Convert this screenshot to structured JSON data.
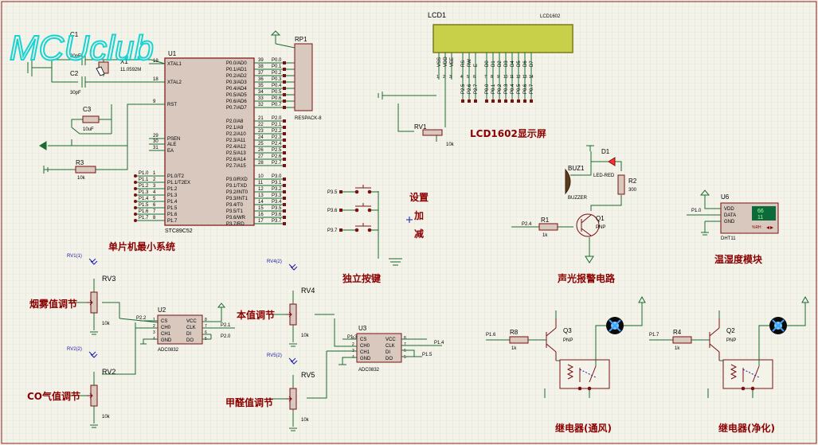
{
  "watermark": "MCUclub",
  "colors": {
    "bg": "#f4f3ea",
    "wire": "#1a6b2e",
    "body": "#d9c8be",
    "outline": "#7a1010",
    "text_red": "#8b0000",
    "lcd": "#c8d04a",
    "blue": "#1a1aa8"
  },
  "mcu": {
    "ref": "U1",
    "part": "STC89C52",
    "caption": "单片机最小系统",
    "left_pins": [
      {
        "num": "19",
        "name": "XTAL1"
      },
      {
        "num": "18",
        "name": "XTAL2"
      },
      {
        "num": "9",
        "name": "RST"
      },
      {
        "num": "29",
        "name": "PSEN"
      },
      {
        "num": "30",
        "name": "ALE"
      },
      {
        "num": "31",
        "name": "EA"
      },
      {
        "num": "1",
        "name": "P1.0/T2"
      },
      {
        "num": "2",
        "name": "P1.1/T2EX"
      },
      {
        "num": "3",
        "name": "P1.2"
      },
      {
        "num": "4",
        "name": "P1.3"
      },
      {
        "num": "5",
        "name": "P1.4"
      },
      {
        "num": "6",
        "name": "P1.5"
      },
      {
        "num": "7",
        "name": "P1.6"
      },
      {
        "num": "8",
        "name": "P1.7"
      }
    ],
    "left_nets": [
      "P1.0",
      "P1.1",
      "P1.2",
      "P1.3",
      "P1.4",
      "P1.5",
      "P1.6",
      "P1.7"
    ],
    "right_pins": [
      {
        "num": "39",
        "name": "P0.0/AD0",
        "net": "P0.0"
      },
      {
        "num": "38",
        "name": "P0.1/AD1",
        "net": "P0.1"
      },
      {
        "num": "37",
        "name": "P0.2/AD2",
        "net": "P0.2"
      },
      {
        "num": "36",
        "name": "P0.3/AD3",
        "net": "P0.3"
      },
      {
        "num": "35",
        "name": "P0.4/AD4",
        "net": "P0.4"
      },
      {
        "num": "34",
        "name": "P0.5/AD5",
        "net": "P0.5"
      },
      {
        "num": "33",
        "name": "P0.6/AD6",
        "net": "P0.6"
      },
      {
        "num": "32",
        "name": "P0.7/AD7",
        "net": "P0.7"
      },
      {
        "num": "21",
        "name": "P2.0/A8",
        "net": "P2.0"
      },
      {
        "num": "22",
        "name": "P2.1/A9",
        "net": "P2.1"
      },
      {
        "num": "23",
        "name": "P2.2/A10",
        "net": "P2.2"
      },
      {
        "num": "24",
        "name": "P2.3/A11",
        "net": "P2.3"
      },
      {
        "num": "25",
        "name": "P2.4/A12",
        "net": "P2.4"
      },
      {
        "num": "26",
        "name": "P2.5/A13",
        "net": "P2.5"
      },
      {
        "num": "27",
        "name": "P2.6/A14",
        "net": "P2.6"
      },
      {
        "num": "28",
        "name": "P2.7/A15",
        "net": "P2.7"
      },
      {
        "num": "10",
        "name": "P3.0/RXD",
        "net": "P3.0"
      },
      {
        "num": "11",
        "name": "P3.1/TXD",
        "net": "P3.1"
      },
      {
        "num": "12",
        "name": "P3.2/INT0",
        "net": "P3.2"
      },
      {
        "num": "13",
        "name": "P3.3/INT1",
        "net": "P3.3"
      },
      {
        "num": "14",
        "name": "P3.4/T0",
        "net": "P3.4"
      },
      {
        "num": "15",
        "name": "P3.5/T1",
        "net": "P3.5"
      },
      {
        "num": "16",
        "name": "P3.6/WR",
        "net": "P3.6"
      },
      {
        "num": "17",
        "name": "P3.7/RD",
        "net": "P3.7"
      }
    ]
  },
  "osc": {
    "c1": "C1",
    "c1_val": "30pF",
    "c2": "C2",
    "c2_val": "30pF",
    "x1": "X1",
    "x1_val": "11.0592M",
    "c3": "C3",
    "c3_val": "10uF",
    "r3": "R3",
    "r3_val": "10k"
  },
  "rp1": {
    "ref": "RP1",
    "part": "RESPACK-8"
  },
  "lcd": {
    "ref": "LCD1",
    "part": "LCD1602",
    "caption": "LCD1602显示屏",
    "pin_names": [
      "VSS",
      "VDD",
      "VEE",
      "RS",
      "RW",
      "E",
      "D0",
      "D1",
      "D2",
      "D3",
      "D4",
      "D5",
      "D6",
      "D7"
    ],
    "pin_nums": [
      "1",
      "2",
      "3",
      "4",
      "5",
      "6",
      "7",
      "8",
      "9",
      "10",
      "11",
      "12",
      "13",
      "14"
    ],
    "nets": [
      "P2.5",
      "P2.6",
      "P2.7",
      "P0.0",
      "P0.1",
      "P0.2",
      "P0.3",
      "P0.4",
      "P0.5",
      "P0.6",
      "P0.7"
    ],
    "rv": "RV1",
    "rv_val": "10k"
  },
  "buttons": {
    "caption": "独立按键",
    "nets": [
      "P3.5",
      "P3.6",
      "P3.7"
    ],
    "labels": [
      "设置",
      "加",
      "减"
    ]
  },
  "alarm": {
    "caption": "声光报警电路",
    "d1": "D1",
    "d1_part": "LED-RED",
    "buz": "BUZ1",
    "buz_part": "BUZZER",
    "r2": "R2",
    "r2_val": "300",
    "r1": "R1",
    "r1_val": "1k",
    "net": "P2.4",
    "q": "Q1",
    "q_part": "PNP"
  },
  "dht": {
    "caption": "温湿度模块",
    "ref": "U6",
    "part": "DHT11",
    "net": "P1.0",
    "pins": [
      "VDD",
      "DATA",
      "GND"
    ],
    "pin_nums": [
      "1",
      "2",
      "4"
    ],
    "display_value": "66",
    "display_value2": "11",
    "rh_label": "%RH"
  },
  "adc1": {
    "ref": "U2",
    "part": "ADC0832",
    "pins_l": [
      "CS",
      "CH0",
      "CH1",
      "GND"
    ],
    "pins_r": [
      "VCC",
      "CLK",
      "DI",
      "DO"
    ],
    "nums_l": [
      "1",
      "2",
      "3",
      "4"
    ],
    "nums_r": [
      "8",
      "7",
      "6",
      "5"
    ],
    "net_cs": "P2.2",
    "net_clk": "P2.1",
    "net_do": "P2.0"
  },
  "adc2": {
    "ref": "U3",
    "part": "ADC0832",
    "pins_l": [
      "CS",
      "CH0",
      "CH1",
      "GND"
    ],
    "pins_r": [
      "VCC",
      "CLK",
      "DI",
      "DO"
    ],
    "nums_l": [
      "1",
      "2",
      "3",
      "4"
    ],
    "nums_r": [
      "8",
      "7",
      "6",
      "5"
    ],
    "net_cs": "P1.3",
    "net_clk": "P1.4",
    "net_do": "P1.5"
  },
  "pots": [
    {
      "ref": "RV3",
      "tag": "RV1(1)",
      "val": "10k",
      "caption": "烟雾值调节"
    },
    {
      "ref": "RV2",
      "tag": "RV2(2)",
      "val": "10k",
      "caption": "CO气值调节"
    },
    {
      "ref": "RV4",
      "tag": "RV4(2)",
      "val": "10k",
      "caption": "本值调节"
    },
    {
      "ref": "RV5",
      "tag": "RV5(2)",
      "val": "10k",
      "caption": "甲醛值调节"
    }
  ],
  "relays": [
    {
      "r": "R8",
      "r_val": "1k",
      "net": "P1.6",
      "q": "Q3",
      "q_part": "PNP",
      "caption": "继电器(通风)"
    },
    {
      "r": "R4",
      "r_val": "1k",
      "net": "P1.7",
      "q": "Q2",
      "q_part": "PNP",
      "caption": "继电器(净化)"
    }
  ]
}
